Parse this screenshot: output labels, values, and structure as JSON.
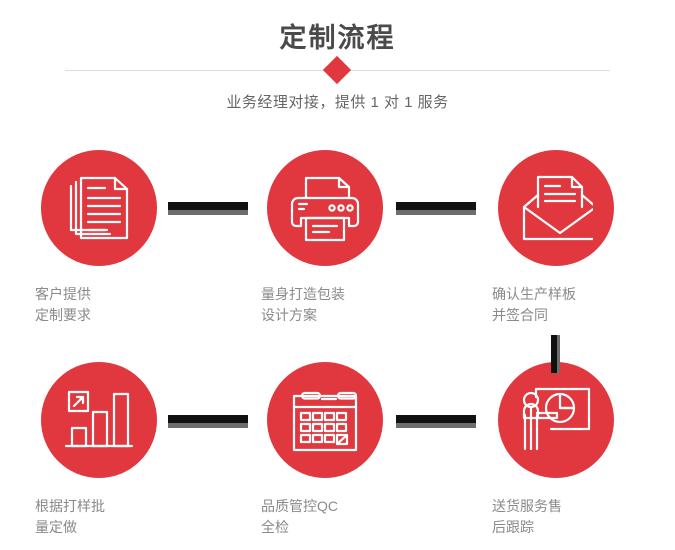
{
  "header": {
    "title": "定制流程",
    "subtitle": "业务经理对接，提供 1 对 1 服务",
    "accent_color": "#e0383e",
    "title_color": "#4a4a4a",
    "divider_color": "#dddddd",
    "diamond_icon": "diamond-marker"
  },
  "flow": {
    "circle_color": "#e0383e",
    "label_color": "#8a8a8a",
    "connector_color": "#111111",
    "connector_shadow_color": "#6d6d6d",
    "steps": [
      {
        "index": "1",
        "icon": "documents-stack-icon",
        "label": "客户提供\n定制要求"
      },
      {
        "index": "2",
        "icon": "printer-icon",
        "label": "量身打造包装\n设计方案"
      },
      {
        "index": "3",
        "icon": "envelope-document-icon",
        "label": "确认生产样板\n并签合同"
      },
      {
        "index": "4",
        "icon": "bar-chart-growth-icon",
        "label": "根据打样批\n量定做"
      },
      {
        "index": "5",
        "icon": "calendar-check-icon",
        "label": "品质管控QC\n全检"
      },
      {
        "index": "6",
        "icon": "presenter-chart-icon",
        "label": "送货服务售\n后跟踪"
      }
    ],
    "connectors": [
      {
        "name": "connector-step1-step2",
        "direction": "horizontal"
      },
      {
        "name": "connector-step2-step3",
        "direction": "horizontal"
      },
      {
        "name": "connector-step4-step5",
        "direction": "horizontal"
      },
      {
        "name": "connector-step5-step6",
        "direction": "horizontal"
      },
      {
        "name": "connector-step3-step6",
        "direction": "vertical"
      }
    ]
  }
}
